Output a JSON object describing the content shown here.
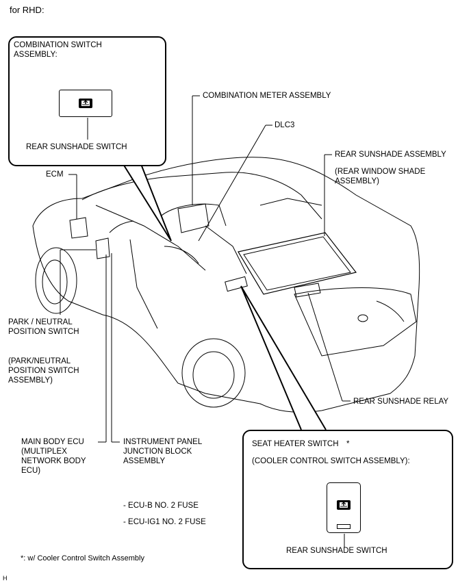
{
  "header": {
    "variant": "for RHD:"
  },
  "callouts": {
    "combination_switch": {
      "title": "COMBINATION SWITCH\nASSEMBLY:",
      "switch_label": "REAR SUNSHADE SWITCH"
    },
    "seat_heater": {
      "title": "SEAT HEATER SWITCH",
      "marker": "*",
      "subtitle": "(COOLER CONTROL SWITCH ASSEMBLY):",
      "switch_label": "REAR SUNSHADE SWITCH"
    }
  },
  "labels": {
    "combination_meter": "COMBINATION METER ASSEMBLY",
    "dlc3": "DLC3",
    "rear_sunshade_assembly": "REAR SUNSHADE ASSEMBLY",
    "rear_window_shade": "(REAR WINDOW SHADE\nASSEMBLY)",
    "ecm": "ECM",
    "park_neutral": "PARK / NEUTRAL\nPOSITION SWITCH",
    "park_neutral_assembly": "(PARK/NEUTRAL\nPOSITION SWITCH\nASSEMBLY)",
    "rear_sunshade_relay": "REAR SUNSHADE RELAY",
    "main_body_ecu": "MAIN BODY ECU\n(MULTIPLEX\nNETWORK BODY\nECU)",
    "instrument_panel_jb": "INSTRUMENT PANEL\nJUNCTION BLOCK\nASSEMBLY",
    "fuse_ecu_b": "- ECU-B NO. 2 FUSE",
    "fuse_ecu_ig1": "- ECU-IG1 NO. 2 FUSE"
  },
  "footnote": "*: w/ Cooler Control Switch Assembly",
  "corner_code": "H",
  "icons": [
    "sunshade-switch-icon",
    "sunshade-switch-icon"
  ]
}
